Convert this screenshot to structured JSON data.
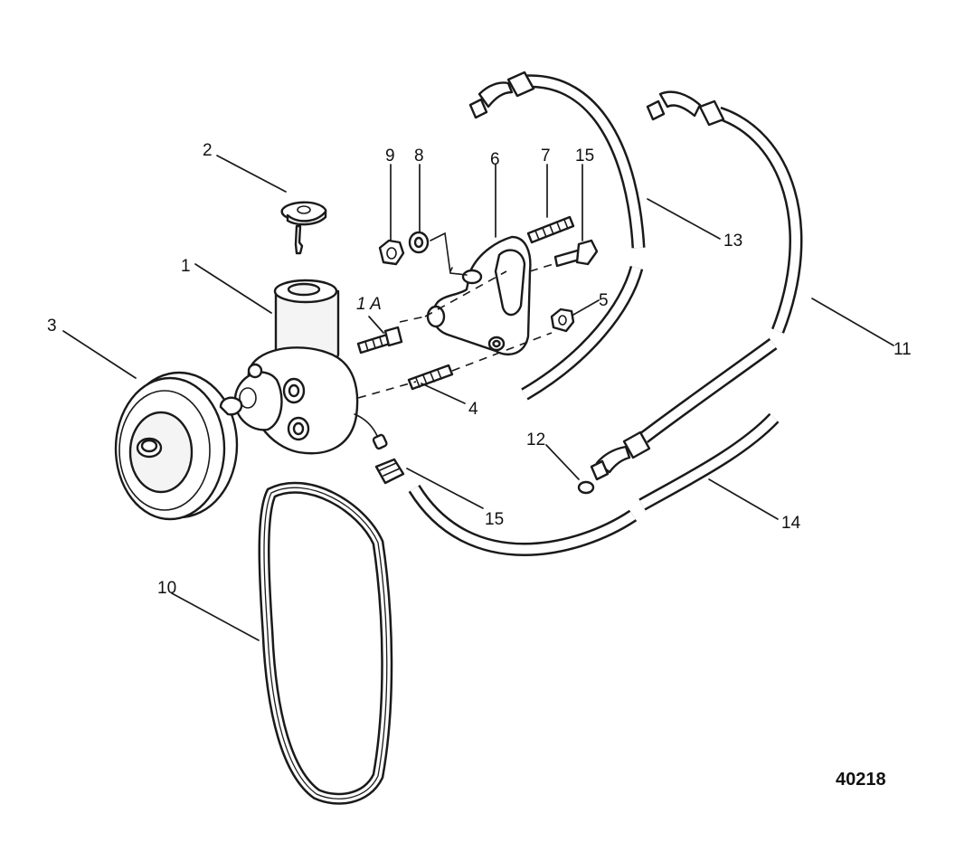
{
  "callouts": {
    "c1": "1",
    "c1a": "1 A",
    "c2": "2",
    "c3": "3",
    "c4": "4",
    "c5": "5",
    "c6": "6",
    "c7": "7",
    "c8": "8",
    "c9": "9",
    "c10": "10",
    "c11": "11",
    "c12": "12",
    "c13": "13",
    "c14": "14",
    "c15a": "15",
    "c15b": "15"
  },
  "reference_number": "40218"
}
